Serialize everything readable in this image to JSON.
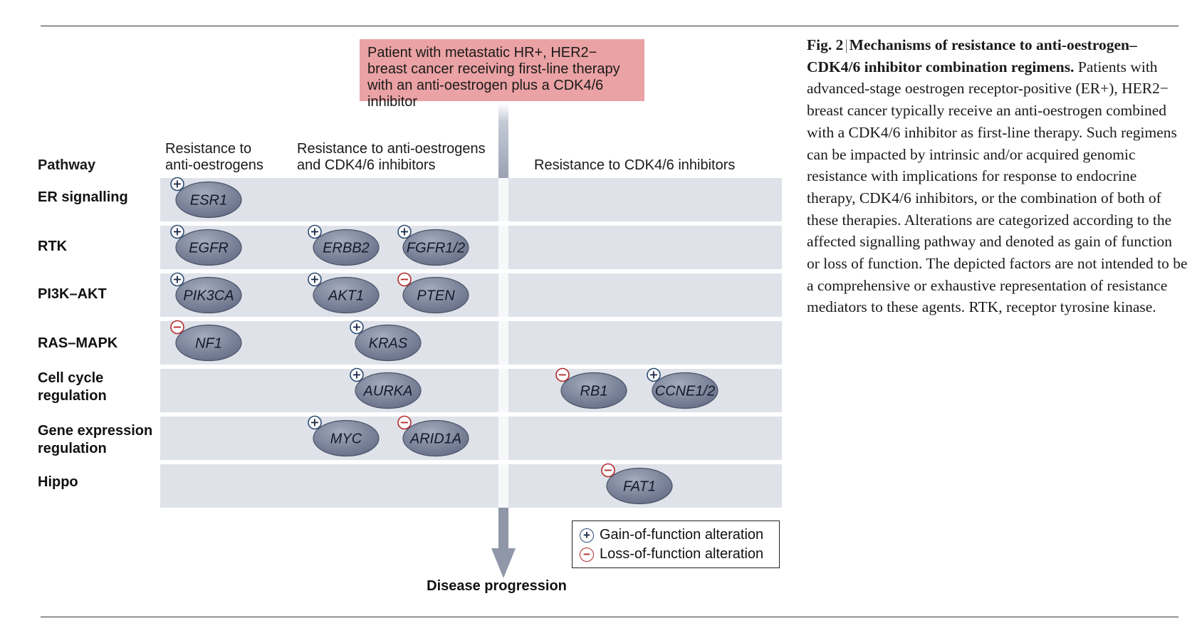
{
  "patient_box": "Patient with metastatic HR+, HER2− breast cancer receiving first-line therapy with an anti-oestrogen plus a CDK4/6 inhibitor",
  "headers": {
    "pathway": "Pathway",
    "anti_oestrogen_line1": "Resistance to",
    "anti_oestrogen_line2": "anti-oestrogens",
    "both_line1": "Resistance to anti-oestrogens",
    "both_line2": "and CDK4/6 inhibitors",
    "cdk": "Resistance to CDK4/6 inhibitors"
  },
  "rows": [
    {
      "label": "ER signalling"
    },
    {
      "label": "RTK"
    },
    {
      "label": "PI3K–AKT"
    },
    {
      "label": "RAS–MAPK"
    },
    {
      "label": "Cell cycle regulation"
    },
    {
      "label": "Gene expression regulation"
    },
    {
      "label": "Hippo"
    }
  ],
  "factors": [
    {
      "name": "ESR1",
      "alteration": "gain",
      "row": "ER signalling",
      "category": "anti-oestrogens"
    },
    {
      "name": "EGFR",
      "alteration": "gain",
      "row": "RTK",
      "category": "anti-oestrogens"
    },
    {
      "name": "ERBB2",
      "alteration": "gain",
      "row": "RTK",
      "category": "both"
    },
    {
      "name": "FGFR1/2",
      "alteration": "gain",
      "row": "RTK",
      "category": "both"
    },
    {
      "name": "PIK3CA",
      "alteration": "gain",
      "row": "PI3K–AKT",
      "category": "anti-oestrogens"
    },
    {
      "name": "AKT1",
      "alteration": "gain",
      "row": "PI3K–AKT",
      "category": "both"
    },
    {
      "name": "PTEN",
      "alteration": "loss",
      "row": "PI3K–AKT",
      "category": "both"
    },
    {
      "name": "NF1",
      "alteration": "loss",
      "row": "RAS–MAPK",
      "category": "anti-oestrogens"
    },
    {
      "name": "KRAS",
      "alteration": "gain",
      "row": "RAS–MAPK",
      "category": "both"
    },
    {
      "name": "AURKA",
      "alteration": "gain",
      "row": "Cell cycle regulation",
      "category": "both"
    },
    {
      "name": "RB1",
      "alteration": "loss",
      "row": "Cell cycle regulation",
      "category": "CDK4/6 inhibitors"
    },
    {
      "name": "CCNE1/2",
      "alteration": "gain",
      "row": "Cell cycle regulation",
      "category": "CDK4/6 inhibitors"
    },
    {
      "name": "MYC",
      "alteration": "gain",
      "row": "Gene expression regulation",
      "category": "both"
    },
    {
      "name": "ARID1A",
      "alteration": "loss",
      "row": "Gene expression regulation",
      "category": "both"
    },
    {
      "name": "FAT1",
      "alteration": "loss",
      "row": "Hippo",
      "category": "CDK4/6 inhibitors"
    }
  ],
  "legend": {
    "gain": "Gain-of-function alteration",
    "loss": "Loss-of-function alteration",
    "gain_symbol": "+",
    "loss_symbol": "−"
  },
  "disease_progression": "Disease progression",
  "caption": {
    "label": "Fig. 2",
    "separator": "|",
    "title": "Mechanisms of resistance to anti-oestrogen–CDK4/6 inhibitor combination regimens.",
    "body": "Patients with advanced-stage oestrogen receptor-positive (ER+), HER2− breast cancer typically receive an anti-oestrogen combined with a CDK4/6 inhibitor as first-line therapy. Such regimens can be impacted by intrinsic and/or acquired genomic resistance with implications for response to endocrine therapy, CDK4/6 inhibitors, or the combination of both of these therapies. Alterations are categorized according to the affected signalling pathway and denoted as gain of function or loss of function. The depicted factors are not intended to be a comprehensive or exhaustive representation of resistance mediators to these agents. RTK, receptor tyrosine kinase."
  },
  "colors": {
    "patient_box": "#eba2a4",
    "row_band": "#dfe2e9",
    "ellipse_fill": "#7e879c",
    "ellipse_stroke": "#4a5368",
    "gain_stroke": "#2e4d73",
    "loss_stroke": "#b42a2a",
    "arrow": "#8f97a8"
  }
}
